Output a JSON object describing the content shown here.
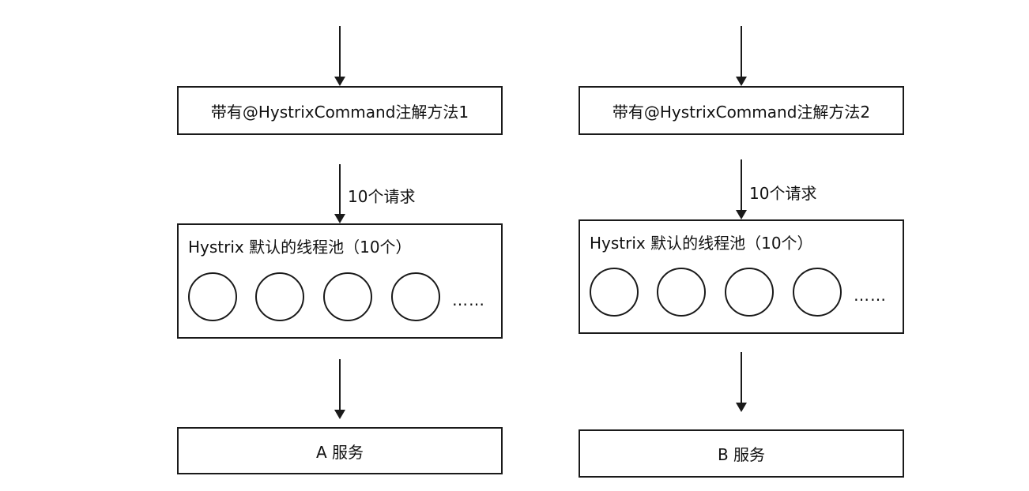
{
  "left": {
    "method_label": "带有@HystrixCommand注解方法1",
    "request_label": "10个请求",
    "pool_title": "Hystrix 默认的线程池（10个）",
    "pool_ellipsis": "……",
    "service_label": "A 服务"
  },
  "right": {
    "method_label": "带有@HystrixCommand注解方法2",
    "request_label": "10个请求",
    "pool_title": "Hystrix 默认的线程池（10个）",
    "pool_ellipsis": "……",
    "service_label": "B 服务"
  }
}
